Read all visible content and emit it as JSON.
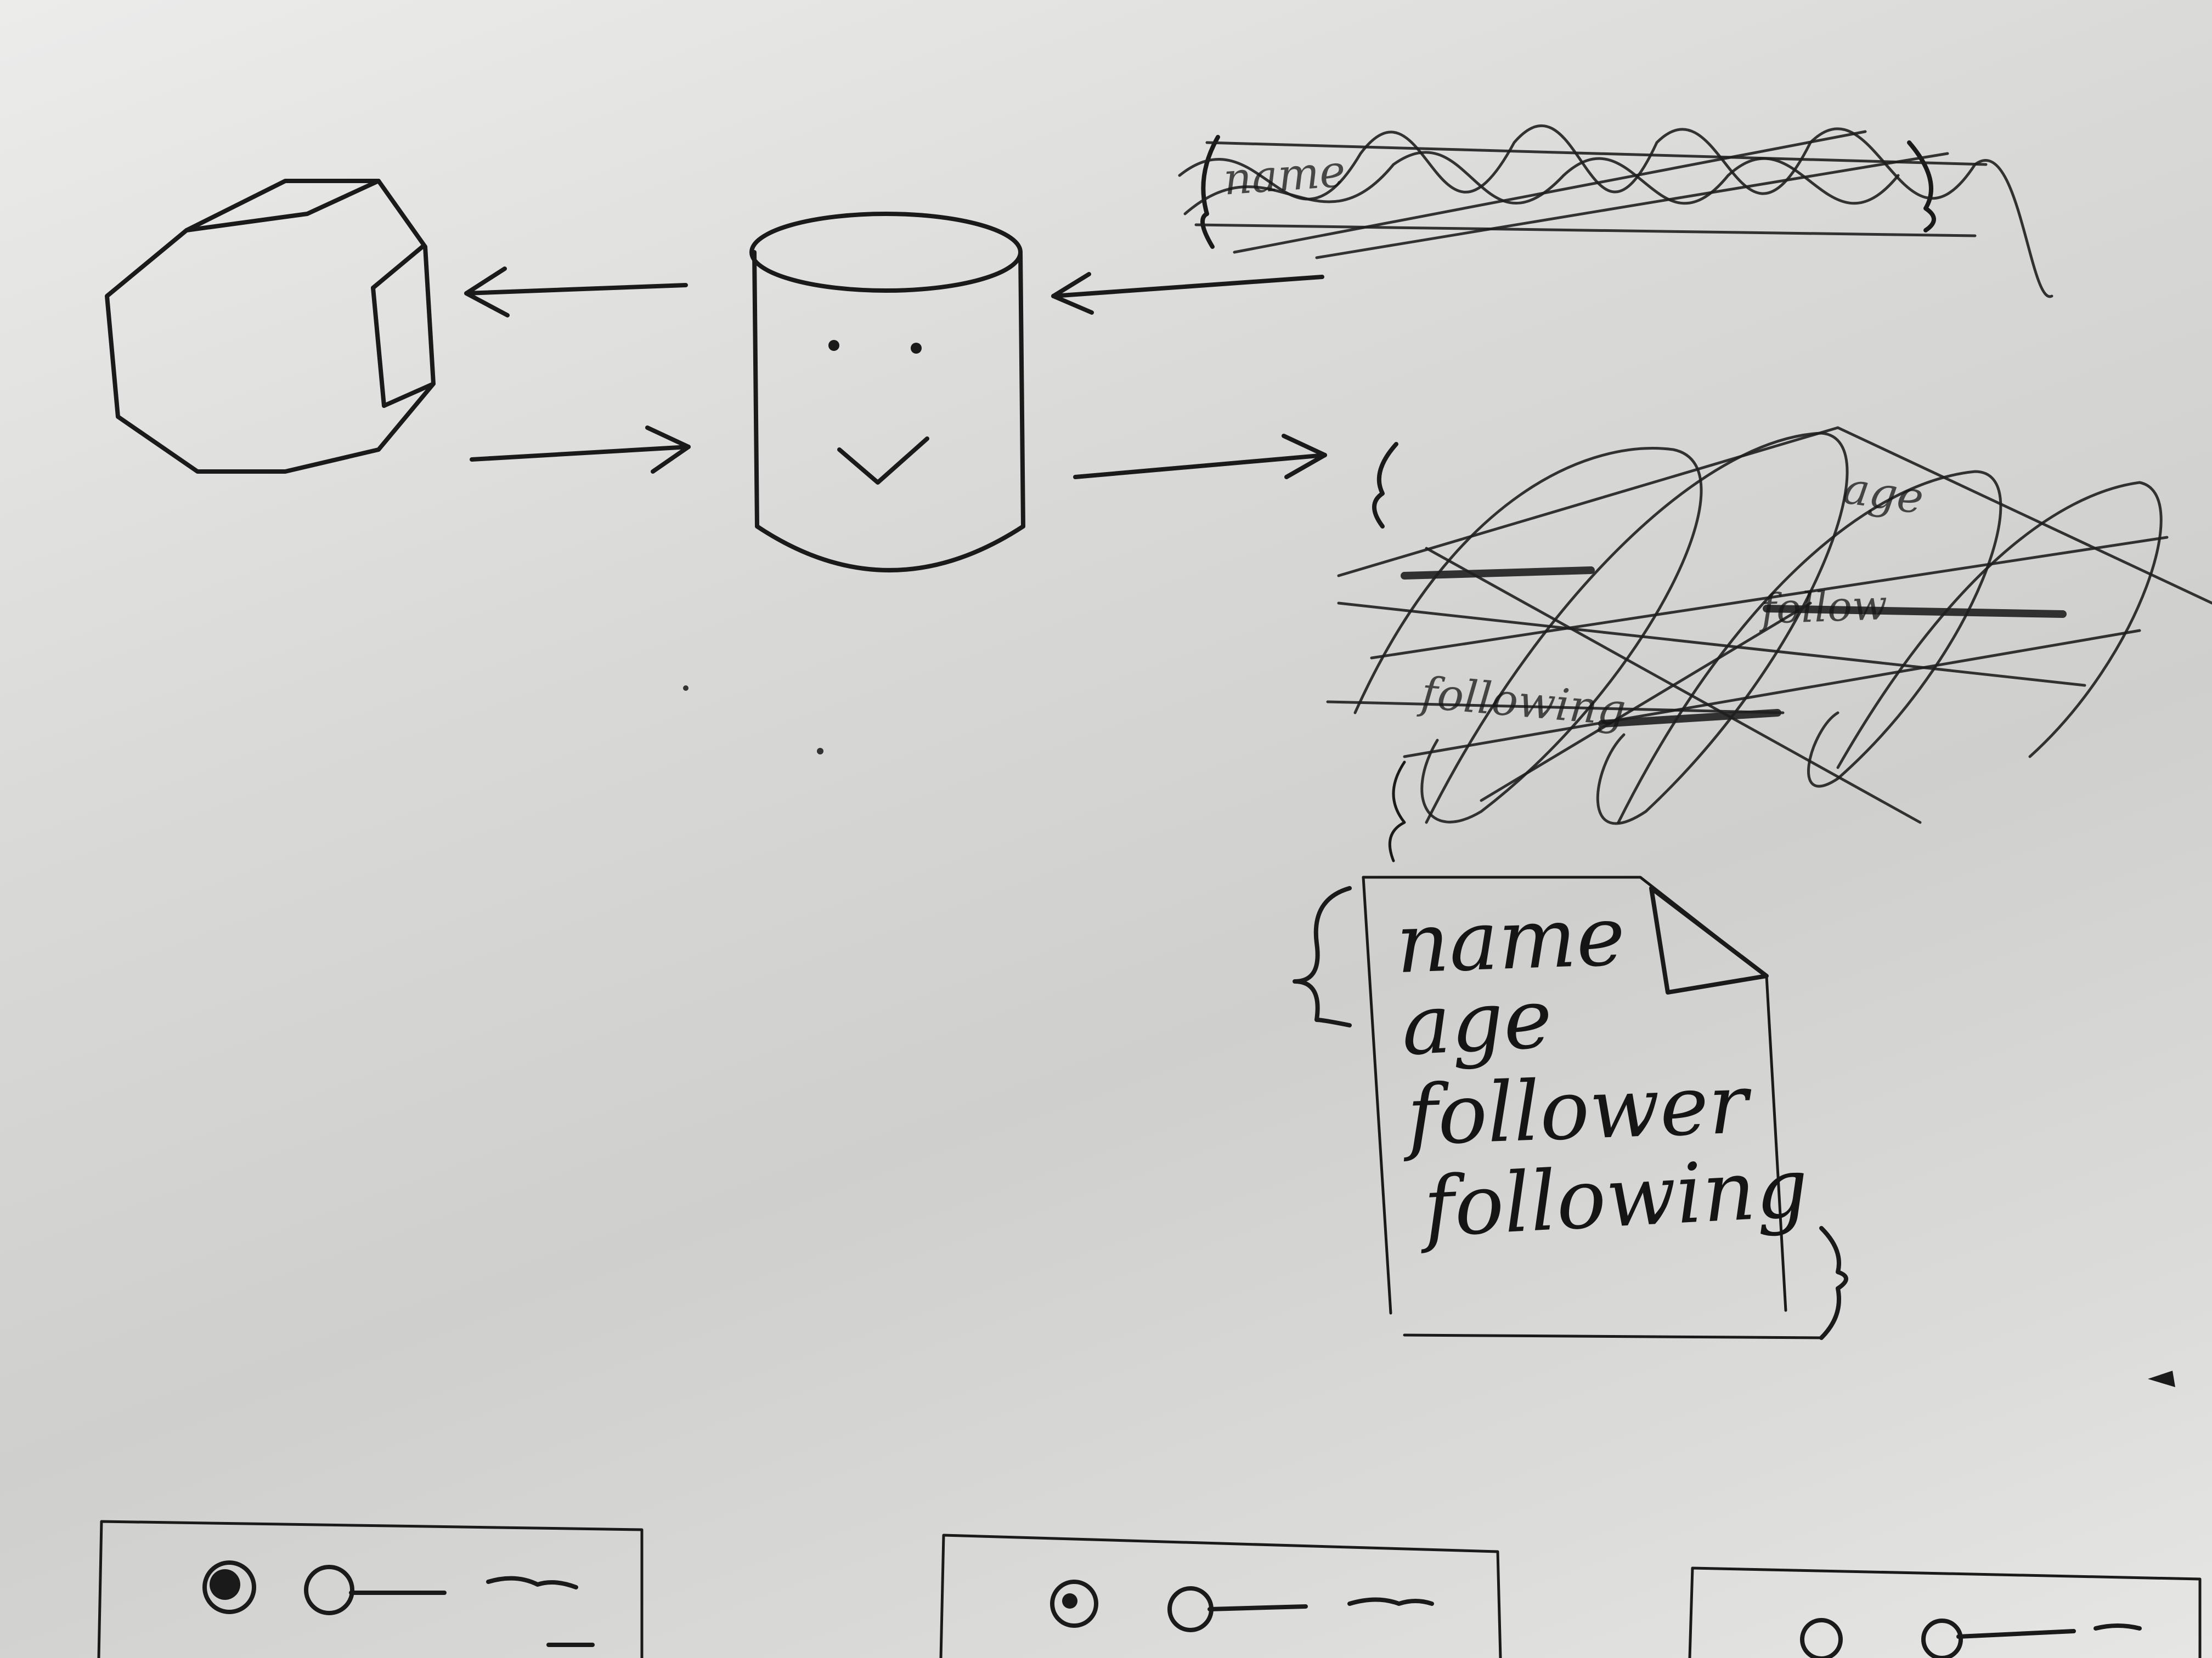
{
  "document_card": {
    "lines": [
      "name",
      "age",
      "follower",
      "following"
    ]
  },
  "scratched_fragments": {
    "top": [
      "name",
      "age",
      "follow",
      "following"
    ]
  },
  "icons": [
    "octagon-service-icon",
    "database-cylinder-icon",
    "document-file-icon",
    "circle-dot-icon"
  ],
  "colors": {
    "paper": "#dcdcda",
    "ink": "#1a1a1a"
  }
}
